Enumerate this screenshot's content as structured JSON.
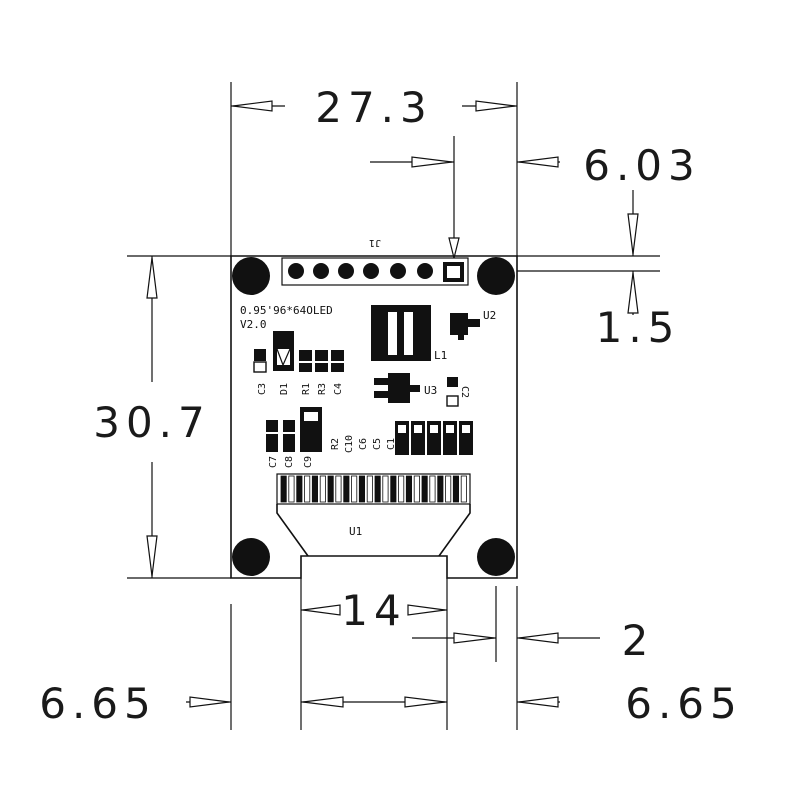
{
  "dimensions": {
    "width_total": "27.3",
    "offset_right": "6.03",
    "height_total": "30.7",
    "header_offset": "1.5",
    "fpc_width": "14",
    "fpc_gap": "2",
    "margin_left": "6.65",
    "margin_right": "6.65"
  },
  "board": {
    "header_label": "J1",
    "product_line1": "0.95'96*64OLED",
    "product_line2": "V2.0",
    "fpc_label": "U1"
  },
  "components": {
    "l1": "L1",
    "u2": "U2",
    "u3": "U3",
    "c2": "C2",
    "c3": "C3",
    "d1": "D1",
    "r1": "R1",
    "r3": "R3",
    "c4": "C4",
    "c7": "C7",
    "c8": "C8",
    "c9": "C9",
    "r2": "R2",
    "c10": "C10",
    "c6": "C6",
    "c5": "C5",
    "c1": "C1"
  }
}
